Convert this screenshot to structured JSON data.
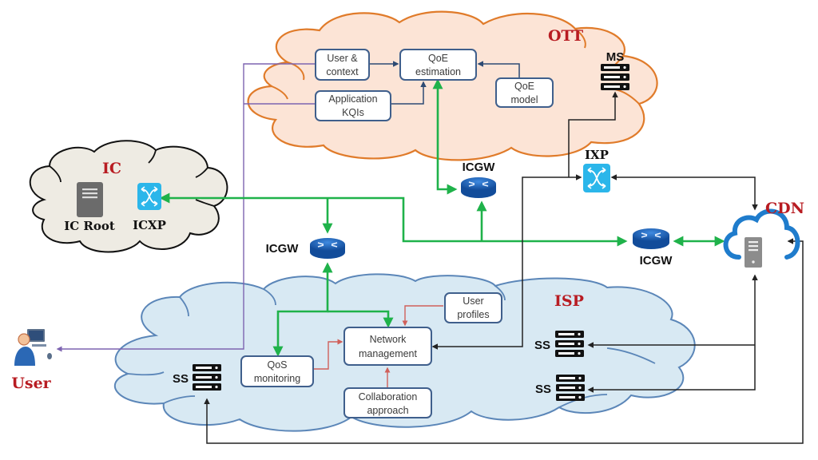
{
  "regions": {
    "ott": {
      "label": "OTT",
      "fill": "#fce4d6",
      "stroke": "#e07b2a"
    },
    "ic": {
      "label": "IC",
      "fill": "#eeebe3",
      "stroke": "#111111"
    },
    "isp": {
      "label": "ISP",
      "fill": "#d8e9f3",
      "stroke": "#5b86b8"
    },
    "cdn": {
      "label": "CDN"
    },
    "user": {
      "label": "User"
    }
  },
  "boxes": {
    "user_context": [
      "User &",
      "context"
    ],
    "qoe_estimation": [
      "QoE",
      "estimation"
    ],
    "qoe_model": [
      "QoE",
      "model"
    ],
    "app_kqis": [
      "Application",
      "KQIs"
    ],
    "user_profiles": [
      "User",
      "profiles"
    ],
    "network_mgmt": [
      "Network",
      "management"
    ],
    "qos_monitoring": [
      "QoS",
      "monitoring"
    ],
    "collaboration": [
      "Collaboration",
      "approach"
    ]
  },
  "nodes": {
    "ms": "MS",
    "ixp": "IXP",
    "icgw_ott": "ICGW",
    "icgw_left": "ICGW",
    "icgw_right": "ICGW",
    "ic_root": "IC Root",
    "icxp": "ICXP",
    "ss_left": "SS",
    "ss_right_top": "SS",
    "ss_right_bottom": "SS"
  },
  "colors": {
    "green_link": "#1fb24a",
    "black_link": "#222222",
    "purple_link": "#7d64b0",
    "red_link": "#d0605a",
    "navy_link": "#2d4a73",
    "region_label": "#b81c22",
    "switch": "#2bb6ea",
    "router": "#1d63b8",
    "cdn_cloud": "#1f7ccc",
    "box_border": "#3f5f8c"
  }
}
